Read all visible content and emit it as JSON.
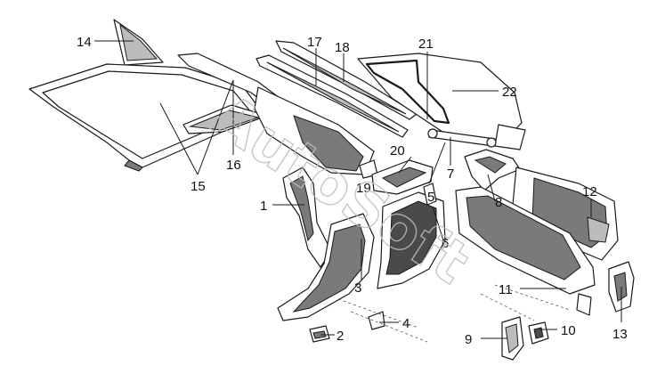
{
  "labels": {
    "p1": "1",
    "p2": "2",
    "p3": "3",
    "p4": "4",
    "p5": "5",
    "p6": "6",
    "p7": "7",
    "p8": "8",
    "p9": "9",
    "p10": "10",
    "p11": "11",
    "p12": "12",
    "p13": "13",
    "p14": "14",
    "p15": "15",
    "p16": "16",
    "p17": "17",
    "p18": "18",
    "p19": "19",
    "p20": "20",
    "p21": "21",
    "p22": "22"
  },
  "watermark": "AutoSoft"
}
